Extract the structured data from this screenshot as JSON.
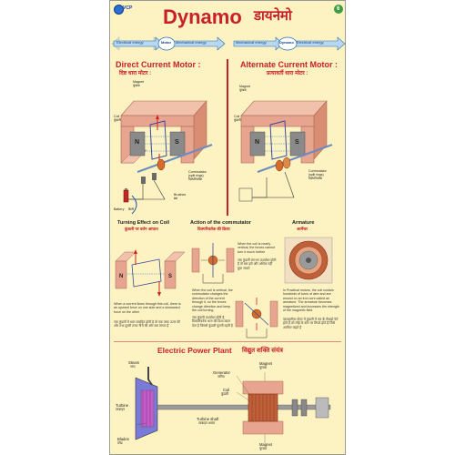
{
  "header": {
    "publisher": "VCP",
    "title": "Dynamo",
    "title_hindi": "डायनेमो",
    "page_number": "6"
  },
  "flow_left": {
    "input": "Electrical energy",
    "device": "Motor",
    "output": "Mechanical energy"
  },
  "flow_right": {
    "input": "Mechanical energy",
    "device": "Dynamo",
    "output": "Electrical energy"
  },
  "dc_motor": {
    "title": "Direct Current Motor :",
    "title_hindi": "दिष्ट धारा मोटर :",
    "labels": {
      "magnet": "Magnet",
      "magnet_hi": "चुम्बक",
      "coil": "Coil",
      "coil_hi": "कुंडली",
      "commutator": "Commutator",
      "commutator_sub": "(split rings)",
      "commutator_hi": "दिक्परिवर्तक",
      "brushes": "Brushes",
      "brushes_hi": "ब्रश",
      "battery": "Battery",
      "battery_hi": "बैटरी",
      "north": "N",
      "south": "S"
    }
  },
  "ac_motor": {
    "title": "Alternate Current Motor :",
    "title_hindi": "प्रत्यावर्ती धारा मोटर :",
    "labels": {
      "magnet": "Magnet",
      "magnet_hi": "चुम्बक",
      "coil": "Coil",
      "coil_hi": "कुंडली",
      "commutator": "Commutator",
      "commutator_sub": "(split rings)",
      "commutator_hi": "दिक्परिवर्तक",
      "north": "N",
      "south": "S"
    }
  },
  "turning_effect": {
    "title": "Turning Effect on Coil",
    "title_hindi": "कुंडली पर वर्तन आघात",
    "text": "When a current flows through this coil, there is an upward force on one side and a downward force on the other",
    "text_hindi": "जब कुंडली में धारा प्रवाहित होती है तो एक तरफ ऊपर की ओर तथा दूसरी तरफ नीचे की ओर बल लगता है",
    "north": "N",
    "south": "S"
  },
  "commutator_action": {
    "title": "Action of the commutator",
    "title_hindi": "दिक्परिवर्तक की क्रिया",
    "text_top": "When the coil is nearly vertical, the forces cannot turn it much further",
    "text_top_hindi": "जब कुंडली लगभग ऊर्ध्वाधर होती है तो बल इसे और अधिक नहीं घुमा सकते",
    "text_bottom": "When the coil is vertical, the commutator changes the direction of the current through it, so the forces change direction and keep the coil turning",
    "text_bottom_hindi": "जब कुंडली ऊर्ध्वाधर होती है, दिक्परिवर्तक धारा की दिशा बदल देता है जिससे कुंडली घूमती रहती है",
    "north": "N",
    "south": "S"
  },
  "armature": {
    "title": "Armature",
    "title_hindi": "आर्मेचर",
    "text": "In Practical motors, the coil contain hundreds of turns of wire and are wound on an iron core called an armature. The armature becomes magnetized and increases the strength of the magnetic field.",
    "text_hindi": "व्यावहारिक मोटर में कुंडली में तार के सैकड़ों फेरे होते हैं जो लोहे के कोर पर लिपटे होते हैं जिसे आर्मेचर कहते हैं"
  },
  "power_plant": {
    "title": "Electric Power Plant",
    "title_hindi": "विद्युत शक्ति संयंत्र",
    "labels": {
      "steam": "Steam",
      "steam_hi": "भाप",
      "turbine": "Turbine",
      "turbine_hi": "टरबाइन",
      "blades": "Blades",
      "blades_hi": "ब्लेड",
      "generator": "Generator",
      "generator_hi": "जनित्र",
      "coil": "Coil",
      "coil_hi": "कुंडली",
      "turbine_shaft": "Turbine shaft",
      "turbine_shaft_hi": "टरबाइन शाफ्ट",
      "magnet": "Magnet",
      "magnet_hi": "चुम्बक"
    }
  },
  "colors": {
    "title_red": "#c8202a",
    "magnet_pink": "#e7a590",
    "pole_gray": "#8a8a8a",
    "field_blue": "#2b7fc4",
    "copper": "#c0603a",
    "background": "#fdf3c2"
  }
}
